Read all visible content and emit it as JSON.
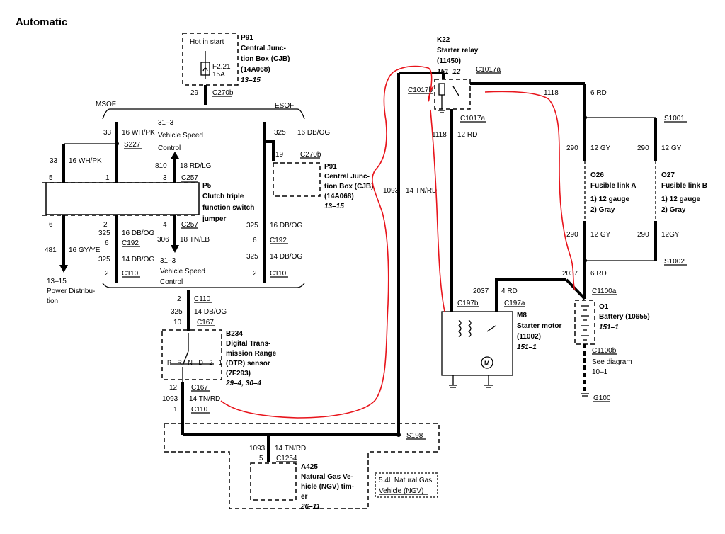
{
  "title": "Automatic",
  "cjb_top": {
    "hot": "Hot in start",
    "id": "P91",
    "name1": "Central Junc-",
    "name2": "tion Box (CJB)",
    "part": "(14A068)",
    "ref": "13–15",
    "fuse": "F2.21",
    "amp": "15A",
    "pin": "29",
    "conn": "C270b"
  },
  "msof": "MSOF",
  "esof": "ESOF",
  "left": {
    "w1": {
      "pin": "33",
      "wire": "16 WH/PK",
      "conn": "S227"
    },
    "w2": {
      "pin": "33",
      "wire": "16 WH/PK"
    },
    "vss1": {
      "ref": "31–3",
      "l1": "Vehicle Speed",
      "l2": "Control"
    },
    "w3": {
      "pin": "810",
      "wire": "18 RD/LG"
    },
    "p5pins": {
      "a": "5",
      "b": "1",
      "c": "3",
      "conn": "C257",
      "d": "6",
      "e": "2",
      "f": "4",
      "conn2": "C257"
    },
    "p5": {
      "id": "P5",
      "l1": "Clutch triple",
      "l2": "function switch",
      "l3": "jumper"
    },
    "w4": {
      "pin": "325",
      "wire": "16 DB/OG",
      "pin2": "6",
      "conn": "C192"
    },
    "w5": {
      "pin": "306",
      "wire": "18 TN/LB"
    },
    "w6": {
      "pin": "481",
      "wire": "16 GY/YE"
    },
    "w7": {
      "pin": "325",
      "wire": "14 DB/OG",
      "pin2": "2",
      "conn": "C110"
    },
    "vss2": {
      "ref": "31–3",
      "l1": "Vehicle Speed",
      "l2": "Control"
    },
    "pd": {
      "ref": "13–15",
      "l1": "Power Distribu-",
      "l2": "tion"
    }
  },
  "esofcol": {
    "w1": {
      "pin": "325",
      "wire": "16 DB/OG"
    },
    "pin19": "19",
    "conn": "C270b",
    "cjb": {
      "id": "P91",
      "name1": "Central Junc-",
      "name2": "tion Box (CJB)",
      "part": "(14A068)",
      "ref": "13–15"
    },
    "w2": {
      "pin": "325",
      "wire": "16 DB/OG",
      "pin2": "6",
      "conn": "C192"
    },
    "w3": {
      "pin": "325",
      "wire": "14 DB/OG",
      "pin2": "2",
      "conn": "C110"
    }
  },
  "dtr": {
    "c110": {
      "pin": "2",
      "conn": "C110"
    },
    "w1": {
      "pin": "325",
      "wire": "14 DB/OG",
      "pin2": "10",
      "conn": "C167"
    },
    "id": "B234",
    "l1": "Digital Trans-",
    "l2": "mission Range",
    "l3": "(DTR) sensor",
    "part": "(7F293)",
    "ref": "29–4, 30–4",
    "gears": "P R N D 2 1",
    "w2": {
      "pin": "12",
      "conn": "C167"
    },
    "w3": {
      "pin": "1093",
      "wire": "14 TN/RD",
      "pin2": "1",
      "conn": "C110"
    }
  },
  "ngv": {
    "w": {
      "pin": "1093",
      "wire": "14 TN/RD",
      "pin2": "5",
      "conn": "C1254"
    },
    "id": "A425",
    "l1": "Natural Gas Ve-",
    "l2": "hicle (NGV) tim-",
    "l3": "er",
    "ref": "26–11",
    "note1": "5.4L Natural Gas",
    "note2": "Vehicle (NGV)",
    "s198": "S198"
  },
  "relay": {
    "id": "K22",
    "l1": "Starter relay",
    "part": "(11450)",
    "ref": "151–12",
    "conn1": "C1017a",
    "conn2": "C1017b",
    "conn3": "C1017a",
    "w1093": {
      "pin": "1093",
      "wire": "14 TN/RD"
    },
    "w1118a": {
      "pin": "1118",
      "wire": "12 RD"
    },
    "w1118b": {
      "pin": "1118",
      "wire": "6 RD"
    }
  },
  "starter": {
    "c197b": "C197b",
    "c197a": "C197a",
    "pin": "2037",
    "wire": "4 RD",
    "id": "M8",
    "l1": "Starter motor",
    "part": "(11002)",
    "ref": "151–1",
    "m": "M"
  },
  "fuse": {
    "s1001": "S1001",
    "s1002": "S1002",
    "a": {
      "pin": "290",
      "wire": "12 GY",
      "id": "O26",
      "name": "Fusible link A",
      "o1": "1)  12 gauge",
      "o2": "2)  Gray",
      "pin2": "290",
      "wire2": "12 GY"
    },
    "b": {
      "pin": "290",
      "wire": "12 GY",
      "id": "O27",
      "name": "Fusible link B",
      "o1": "1)  12 gauge",
      "o2": "2)  Gray",
      "pin2": "290",
      "wire2": "12GY"
    }
  },
  "battery": {
    "pin": "2037",
    "wire": "6 RD",
    "conn": "C1100a",
    "id": "O1",
    "name": "Battery (10655)",
    "ref": "151–1",
    "conn2": "C1100b",
    "see1": "See diagram",
    "see2": "10–1",
    "gnd": "G100"
  }
}
